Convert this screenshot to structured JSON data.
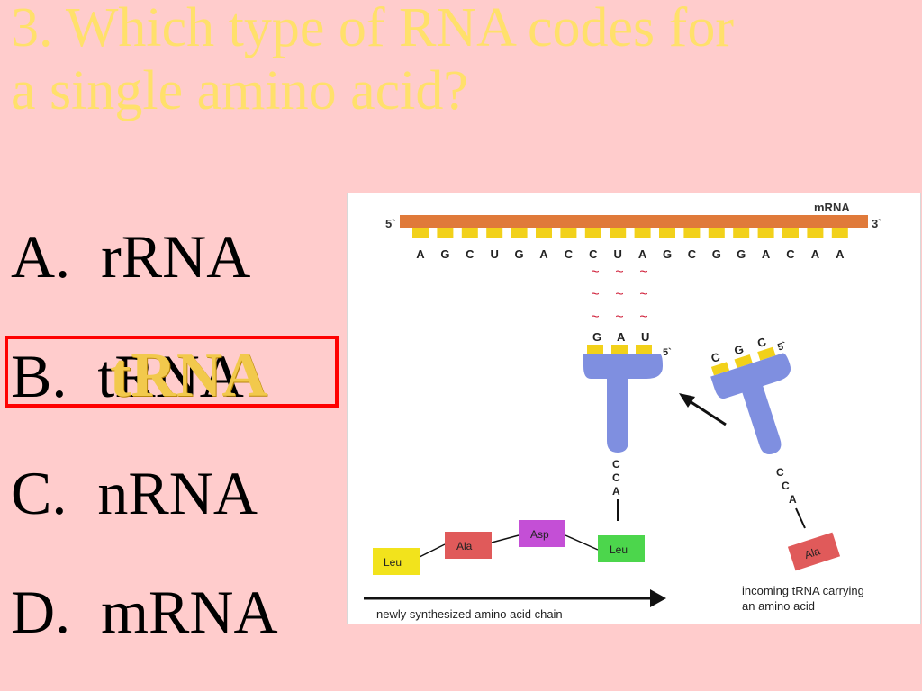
{
  "question": {
    "line1": "3. Which type of RNA codes for",
    "line2": "a single amino acid?"
  },
  "options": [
    {
      "letter": "A.",
      "text": "rRNA"
    },
    {
      "letter": "B.",
      "text": "tRNA"
    },
    {
      "letter": "C.",
      "text": "nRNA"
    },
    {
      "letter": "D.",
      "text": "mRNA"
    }
  ],
  "answer_overlay": "tRNA",
  "colors": {
    "background": "#ffcccc",
    "title": "#ffe06b",
    "highlight": "#ff0000",
    "mrna_strand": "#e07a3a",
    "base_tab": "#f2d11a",
    "trna": "#7f8fe0",
    "leu": "#f2e31c",
    "ala": "#e05a5a",
    "asp": "#c44fd6",
    "leu_green": "#4cd64c"
  },
  "diagram": {
    "mrna_label": "mRNA",
    "five_prime": "5`",
    "three_prime": "3`",
    "codons": [
      "A",
      "G",
      "C",
      "U",
      "G",
      "A",
      "C",
      "C",
      "U",
      "A",
      "G",
      "C",
      "G",
      "G",
      "A",
      "C",
      "A",
      "A"
    ],
    "wave": "~",
    "anticodon_bound": [
      "G",
      "A",
      "U"
    ],
    "bound_five_prime": "5`",
    "incoming_anticodon": [
      "C",
      "G",
      "C"
    ],
    "incoming_five_prime": "5`",
    "cca_bound": [
      "C",
      "C",
      "A"
    ],
    "cca_incoming": [
      "C",
      "C",
      "A"
    ],
    "chain": [
      "Leu",
      "Ala",
      "Asp",
      "Leu"
    ],
    "incoming_aa": "Ala",
    "chain_caption": "newly synthesized amino acid chain",
    "incoming_caption_1": "incoming tRNA carrying",
    "incoming_caption_2": "an amino acid"
  }
}
